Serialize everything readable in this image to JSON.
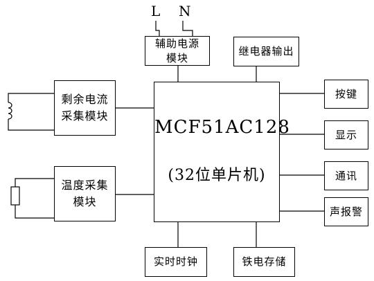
{
  "power_lines": {
    "l": "L",
    "n": "N"
  },
  "mcu": {
    "title": "MCF51AC128",
    "subtitle": "(32位单片机)"
  },
  "blocks": {
    "aux_power": "辅助电源\n模块",
    "relay_output": "继电器输出",
    "residual_current": "剩余电流\n采集模块",
    "temperature": "温度采集\n模块",
    "keys": "按键",
    "display": "显示",
    "comm": "通讯",
    "alarm": "声报警",
    "rtc": "实时时钟",
    "fram": "铁电存储"
  }
}
